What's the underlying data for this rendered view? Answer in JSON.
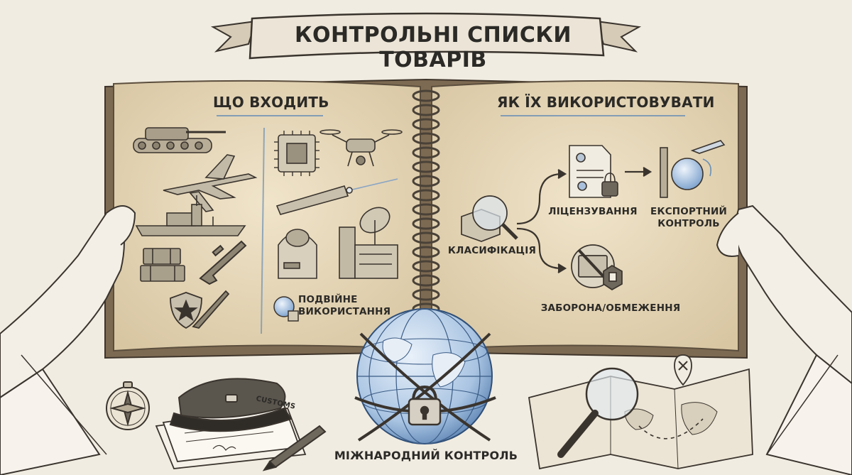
{
  "title": "КОНТРОЛЬНІ СПИСКИ ТОВАРІВ",
  "left_page": {
    "heading": "ЩО ВХОДИТЬ",
    "dual_use_label": "ПОДВІЙНЕ ВИКОРИСТАННЯ",
    "dual_use_line1": "ПОДВІЙНЕ",
    "dual_use_line2": "ВИКОРИСТАННЯ",
    "military_items": [
      "tank-icon",
      "fighter-jet-icon",
      "warship-icon",
      "ammo-crates-icon",
      "rifle-icon",
      "shield-rifle-icon"
    ],
    "dual_use_items": [
      "microchip-icon",
      "drone-icon",
      "laser-icon",
      "centrifuge-icon",
      "radar-equipment-icon"
    ]
  },
  "right_page": {
    "heading": "ЯК ЇХ ВИКОРИСТОВУВАТИ",
    "classification": "КЛАСИФІКАЦІЯ",
    "licensing": "ЛІЦЕНЗУВАННЯ",
    "export_control_line1": "ЕКСПОРТНИЙ",
    "export_control_line2": "КОНТРОЛЬ",
    "prohibition": "ЗАБОРОНА/ОБМЕЖЕННЯ"
  },
  "bottom": {
    "globe_label": "МІЖНАРОДНИЙ КОНТРОЛЬ",
    "customs_cap_text": "CUSTOMS"
  },
  "colors": {
    "paper": "#eadcc0",
    "ink": "#2b2a27",
    "accent_blue": "#6a8fb5",
    "background": "#f1ece1"
  }
}
